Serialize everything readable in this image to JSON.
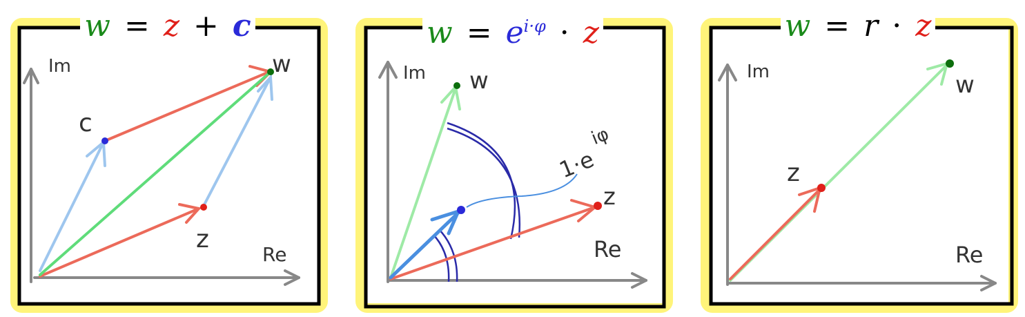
{
  "colors": {
    "highlight": "#fff47a",
    "frame": "#000000",
    "axis": "#888888",
    "z": "#ec6a5a",
    "c": "#9ec6ee",
    "w_line": "#5fdc7a",
    "w_light": "#9eeaa6",
    "unit": "#4a8fe0",
    "angle": "#2a2aa8",
    "label_red": "#e0201a",
    "label_blue": "#2a2ad8",
    "label_green": "#1a8a1a",
    "point_red": "#e0201a",
    "point_green": "#0c6e0c",
    "point_blue": "#2a2ad8"
  },
  "panels": [
    {
      "title": {
        "w": "w",
        "eq": "=",
        "z": "z",
        "op": "+",
        "rhs": "c"
      },
      "labels": {
        "im": "Im",
        "re": "Re",
        "c": "c",
        "z": "z",
        "w": "w"
      }
    },
    {
      "title": {
        "w": "w",
        "eq": "=",
        "e": "e",
        "exp": "i·φ",
        "dot": "·",
        "z": "z"
      },
      "labels": {
        "im": "Im",
        "re": "Re",
        "w": "w",
        "z": "z",
        "unit": "1·e",
        "unit_exp": "iφ"
      }
    },
    {
      "title": {
        "w": "w",
        "eq": "=",
        "r": "r",
        "dot": "·",
        "z": "z"
      },
      "labels": {
        "im": "Im",
        "re": "Re",
        "z": "z",
        "w": "w"
      }
    }
  ]
}
